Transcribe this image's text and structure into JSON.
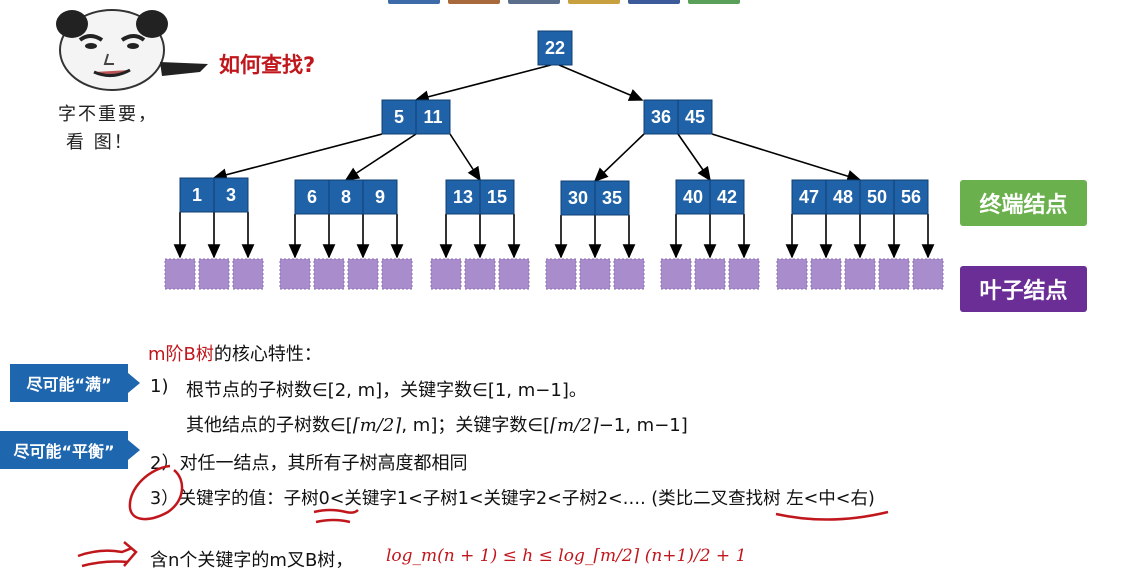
{
  "header_tabs": [
    "#3d6aa8",
    "#a86a3d",
    "#5b6e8c",
    "#c8a040",
    "#3d5a9a",
    "#5aa05a"
  ],
  "question": "如何查找?",
  "meme": {
    "caption_line1": "字不重要，",
    "caption_line2": "看 图！"
  },
  "tree": {
    "root": [
      "22"
    ],
    "level2": [
      [
        "5",
        "11"
      ],
      [
        "36",
        "45"
      ]
    ],
    "level3": [
      [
        "1",
        "3"
      ],
      [
        "6",
        "8",
        "9"
      ],
      [
        "13",
        "15"
      ],
      [
        "30",
        "35"
      ],
      [
        "40",
        "42"
      ],
      [
        "47",
        "48",
        "50",
        "56"
      ]
    ]
  },
  "tags": {
    "terminal": "终端结点",
    "leaf": "叶子结点"
  },
  "callouts": {
    "full": "尽可能“满”",
    "balanced": "尽可能“平衡”"
  },
  "properties": {
    "title_red": "m阶B树",
    "title_rest": "的核心特性：",
    "p1_num": "1)",
    "p1_text": "根节点的子树数∈[2, m]，关键字数∈[1, m−1]。",
    "p1b_pre": "其他结点的子树数∈[",
    "p1b_math1": "⌈m/2⌉",
    "p1b_mid": ", m]；关键字数∈[",
    "p1b_math2": "⌈m/2⌉",
    "p1b_post": "−1, m−1]",
    "p2": "2）对任一结点，其所有子树高度都相同",
    "p3": "3）关键字的值：子树0<关键字1<子树1<关键字2<子树2<…. (类比二叉查找树 左<中<右)",
    "height_text": "含n个关键字的m叉B树，",
    "height_formula": "log_m(n + 1) ≤ h ≤ log_⌈m/2⌉ (n+1)/2 + 1"
  },
  "colors": {
    "node": "#1f62a8",
    "leaf": "#a98ccc",
    "green": "#6ab04c",
    "purple": "#6a2e96",
    "red": "#c0171d"
  }
}
